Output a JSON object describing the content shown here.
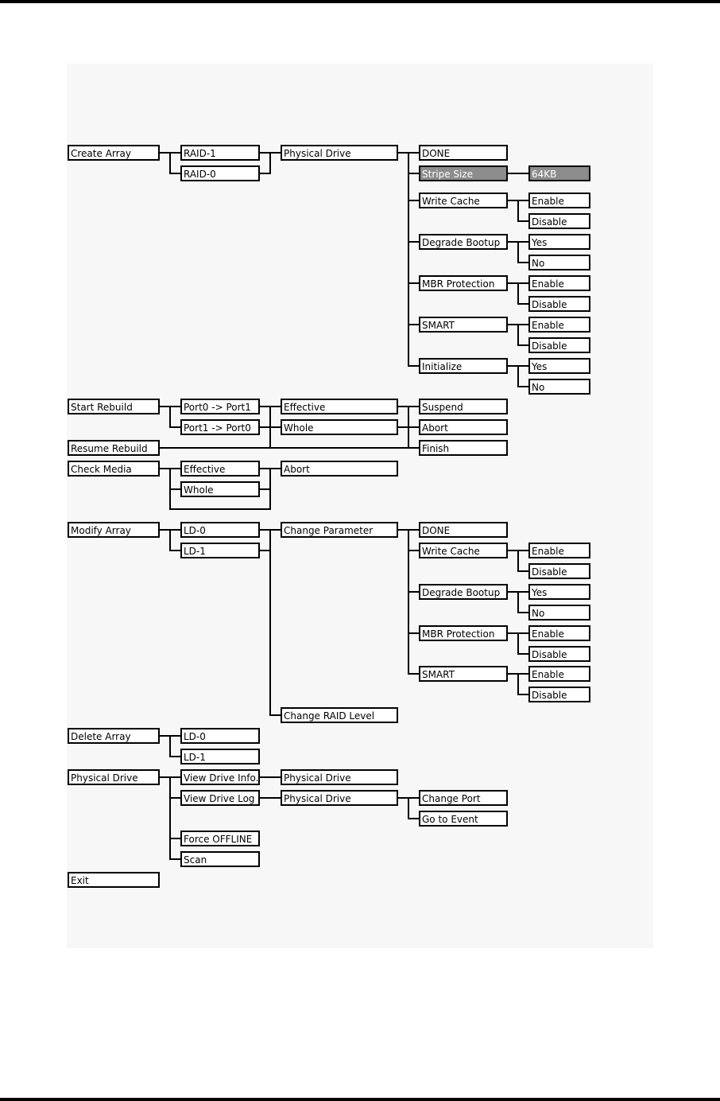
{
  "menu": {
    "create_array": "Create Array",
    "raid1": "RAID-1",
    "raid0": "RAID-0",
    "physical_drive": "Physical Drive",
    "done": "DONE",
    "stripe_size": "Stripe Size",
    "stripe_value": "64KB",
    "write_cache": "Write Cache",
    "degrade_bootup": "Degrade Bootup",
    "mbr_protection": "MBR Protection",
    "smart": "SMART",
    "initialize": "Initialize",
    "enable": "Enable",
    "disable": "Disable",
    "yes": "Yes",
    "no": "No",
    "start_rebuild": "Start Rebuild",
    "port0_to_port1": "Port0 -> Port1",
    "port1_to_port0": "Port1 -> Port0",
    "effective": "Effective",
    "whole": "Whole",
    "suspend": "Suspend",
    "abort": "Abort",
    "finish": "Finish",
    "resume_rebuild": "Resume Rebuild",
    "check_media": "Check Media",
    "modify_array": "Modify Array",
    "ld0": "LD-0",
    "ld1": "LD-1",
    "change_parameter": "Change Parameter",
    "change_raid_level": "Change RAID Level",
    "delete_array": "Delete Array",
    "physical_drive_menu": "Physical Drive",
    "view_drive_info": "View Drive Info.",
    "view_drive_log": "View Drive Log",
    "force_offline": "Force OFFLINE",
    "scan": "Scan",
    "change_port": "Change Port",
    "go_to_event": "Go to Event",
    "exit": "Exit"
  },
  "colors": {
    "highlight_fill": "#8c8c8c",
    "panel_background": "#f7f7f7"
  }
}
